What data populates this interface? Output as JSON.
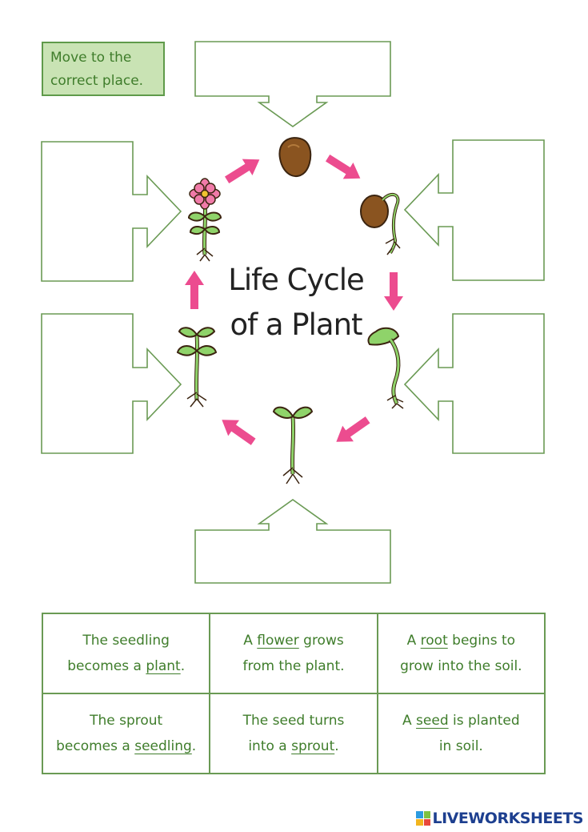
{
  "instruction": {
    "line1": "Move to the",
    "line2": "correct place."
  },
  "title": {
    "line1": "Life Cycle",
    "line2": "of a Plant"
  },
  "statements": [
    {
      "pre": "The seedling",
      "mid_pre": "becomes a ",
      "word": "plant",
      "post": "."
    },
    {
      "pre_inline": "A ",
      "word": "flower",
      "post_inline": " grows",
      "line2": "from the plant."
    },
    {
      "pre_inline": "A ",
      "word": "root",
      "post_inline": " begins to",
      "line2": "grow into the soil."
    },
    {
      "pre": "The sprout",
      "mid_pre": "becomes a ",
      "word": "seedling",
      "post": "."
    },
    {
      "pre": "The seed turns",
      "mid_pre": "into a ",
      "word": "sprout",
      "post": "."
    },
    {
      "pre_inline": "A ",
      "word": "seed",
      "post_inline": " is planted",
      "line2": "in soil."
    }
  ],
  "brand": {
    "text": "LIVEWORKSHEETS"
  },
  "colors": {
    "accent_green": "#5f9a4a",
    "text_green": "#3f7d2b",
    "box_fill": "#c9e3b4",
    "arrow_pink": "#ec4c8f",
    "seed_brown": "#8a5420",
    "leaf_green": "#8fd36a",
    "petal_pink": "#f07aa8"
  },
  "icons": [
    "seed-icon",
    "sprout-icon",
    "root-icon",
    "seedling-icon",
    "plant-icon",
    "flower-icon",
    "cycle-arrow-icon"
  ]
}
